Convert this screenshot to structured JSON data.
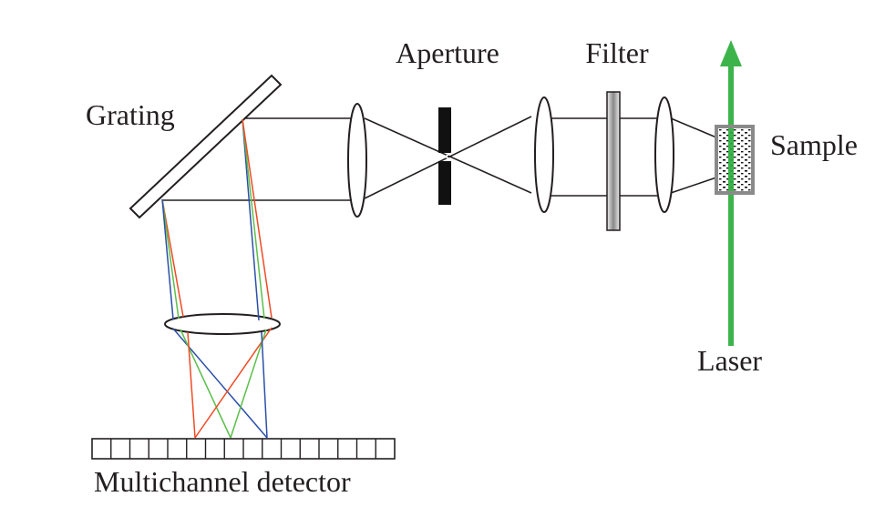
{
  "labels": {
    "grating": "Grating",
    "aperture": "Aperture",
    "filter": "Filter",
    "sample": "Sample",
    "laser": "Laser",
    "detector": "Multichannel detector"
  },
  "colors": {
    "laser": "#3cb44b",
    "ray_red": "#f04a24",
    "ray_green": "#5cbf4a",
    "ray_blue": "#2b4fa8",
    "outline": "#231f20"
  }
}
